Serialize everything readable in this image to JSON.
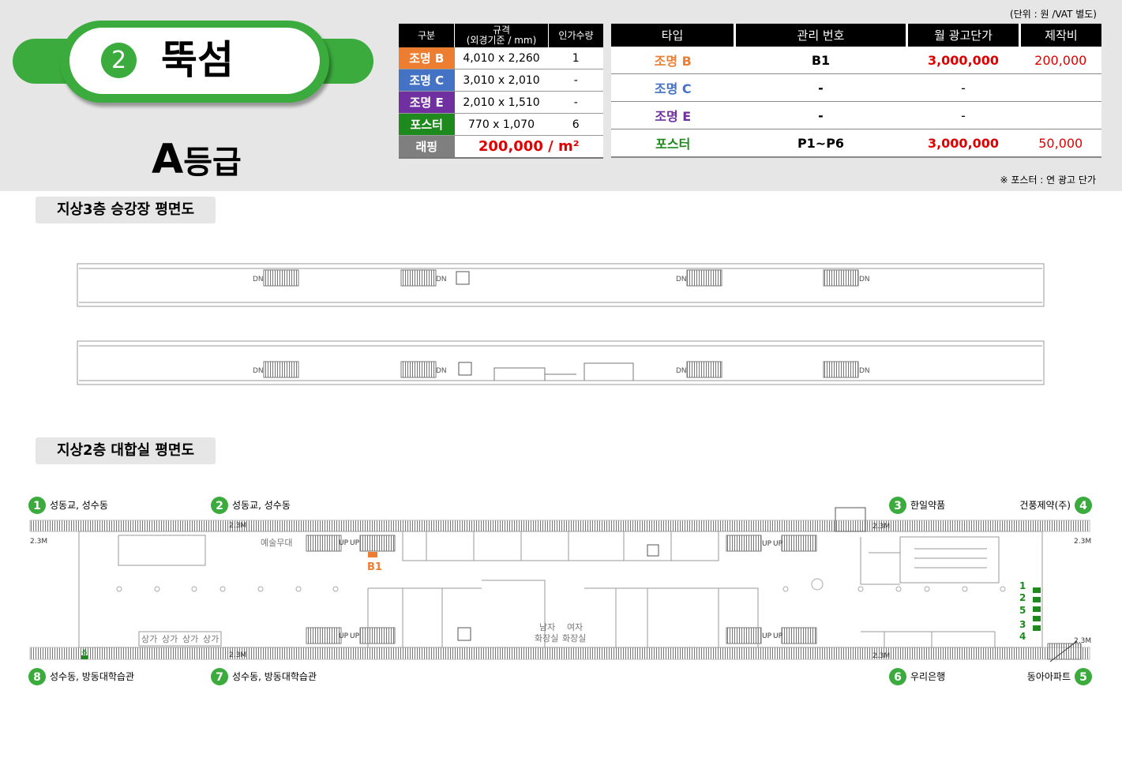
{
  "station": {
    "number": "2",
    "name": "뚝섬",
    "grade_letter": "A",
    "grade_suffix": "등급"
  },
  "unit_note": "(단위 : 원 /VAT 별도)",
  "footer_note": "※ 포스터 : 연 광고 단가",
  "colors": {
    "green": "#3aab3c",
    "orange": "#ed7d31",
    "blue": "#4472c4",
    "purple": "#7030a0",
    "poster_green": "#1e8a1e",
    "gray": "#7f7f7f",
    "red": "#e00000"
  },
  "spec_table": {
    "headers": [
      "구분",
      "규격\n(외경기준 / mm)",
      "인가수량"
    ],
    "rows": [
      {
        "type": "조명 B",
        "spec": "4,010 x 2,260",
        "qty": "1",
        "color": "#ed7d31"
      },
      {
        "type": "조명 C",
        "spec": "3,010 x 2,010",
        "qty": "-",
        "color": "#4472c4"
      },
      {
        "type": "조명 E",
        "spec": "2,010 x 1,510",
        "qty": "-",
        "color": "#7030a0"
      },
      {
        "type": "포스터",
        "spec": "770 x 1,070",
        "qty": "6",
        "color": "#1e8a1e"
      }
    ],
    "wrap": {
      "type": "래핑",
      "value": "200,000 / m²",
      "color": "#7f7f7f"
    }
  },
  "price_table": {
    "headers": [
      "타입",
      "관리 번호",
      "월 광고단가",
      "제작비"
    ],
    "rows": [
      {
        "type": "조명 B",
        "code": "B1",
        "monthly": "3,000,000",
        "production": "200,000",
        "color": "#ed7d31"
      },
      {
        "type": "조명 C",
        "code": "-",
        "monthly": "-",
        "production": "",
        "color": "#4472c4"
      },
      {
        "type": "조명 E",
        "code": "-",
        "monthly": "-",
        "production": "",
        "color": "#7030a0"
      },
      {
        "type": "포스터",
        "code": "P1~P6",
        "monthly": "3,000,000",
        "production": "50,000",
        "color": "#1e8a1e"
      }
    ]
  },
  "sections": {
    "platform": "지상3층 승강장 평면도",
    "concourse": "지상2층 대합실 평면도"
  },
  "plan_labels": {
    "dn": "DN",
    "up": "UP",
    "height_23": "2.3M",
    "art_stage": "예술무대",
    "shop": "상가",
    "male": "남자",
    "female": "여자",
    "restroom": "화장실",
    "b1": "B1",
    "poster_nums": [
      "1",
      "2",
      "5",
      "3",
      "4",
      "6"
    ]
  },
  "exits": [
    {
      "num": "1",
      "label": "성동교, 성수동"
    },
    {
      "num": "2",
      "label": "성동교, 성수동"
    },
    {
      "num": "3",
      "label": "한일약품"
    },
    {
      "num": "4",
      "label": "건풍제약(주)"
    },
    {
      "num": "5",
      "label": "동아아파트"
    },
    {
      "num": "6",
      "label": "우리은행"
    },
    {
      "num": "7",
      "label": "성수동, 방동대학습관"
    },
    {
      "num": "8",
      "label": "성수동, 방동대학습관"
    }
  ]
}
